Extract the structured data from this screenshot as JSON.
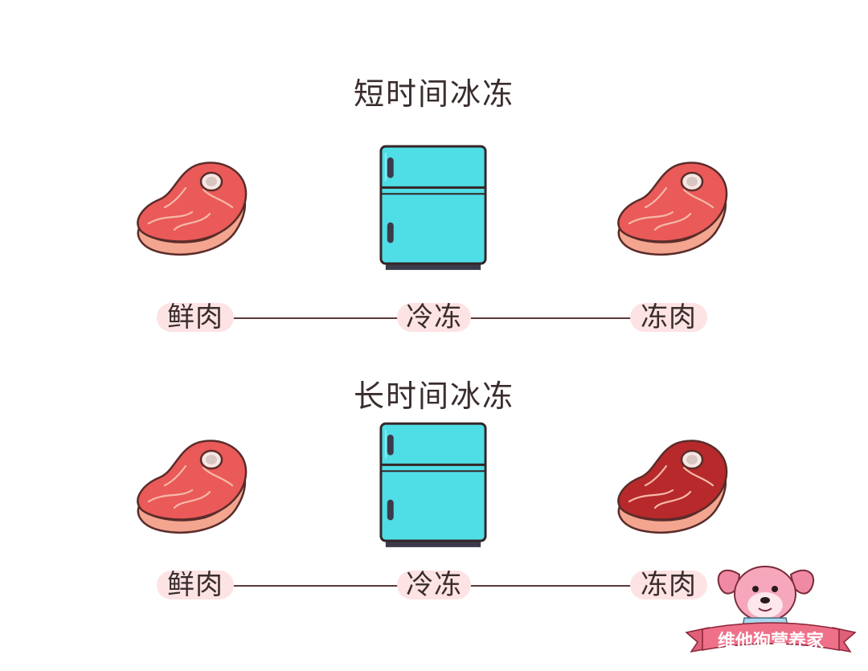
{
  "sections": [
    {
      "title": "短时间冰冻",
      "labels": {
        "fresh": "鲜肉",
        "process": "冷冻",
        "result": "冻肉"
      },
      "result_meat_color": "#ea5a58"
    },
    {
      "title": "长时间冰冻",
      "labels": {
        "fresh": "鲜肉",
        "process": "冷冻",
        "result": "冻肉"
      },
      "result_meat_color": "#b8292b"
    }
  ],
  "colors": {
    "fresh_meat": "#ea5a58",
    "meat_edge": "#f3a58f",
    "fridge": "#4fdde6",
    "outline": "#352526",
    "label_bg": "#fde3e4"
  },
  "watermark": {
    "text": "维他狗营养家",
    "icon": "dog-mascot-icon"
  }
}
